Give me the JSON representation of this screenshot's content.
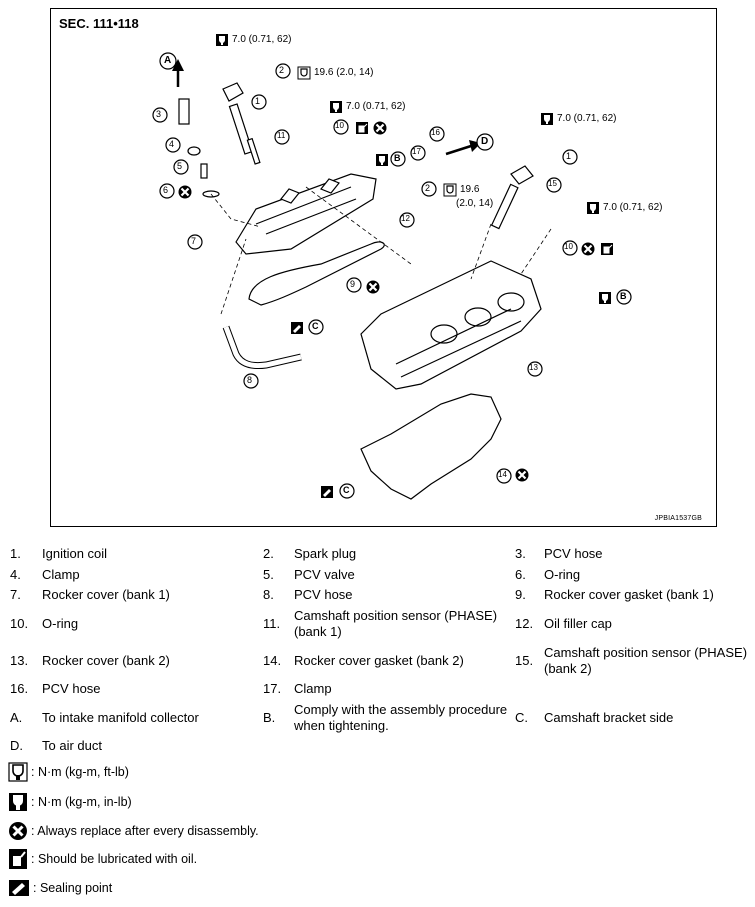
{
  "figure": {
    "section": "SEC. 111•118",
    "code": "JPBIA1537GB",
    "torque_1": "7.0 (0.71, 62)",
    "torque_2": "19.6 (2.0, 14)",
    "torque_3": "7.0 (0.71, 62)",
    "torque_4": "7.0 (0.71, 62)",
    "torque_5_line1": "19.6",
    "torque_5_line2": "(2.0, 14)",
    "torque_6": "7.0 (0.71, 62)",
    "letters": {
      "a": "A",
      "b": "B",
      "c": "C",
      "d": "D"
    },
    "callouts": [
      "1",
      "2",
      "3",
      "4",
      "5",
      "6",
      "7",
      "8",
      "9",
      "10",
      "11",
      "12",
      "13",
      "14",
      "15",
      "16",
      "17"
    ]
  },
  "parts": [
    {
      "num": "1.",
      "label": "Ignition coil"
    },
    {
      "num": "2.",
      "label": "Spark plug"
    },
    {
      "num": "3.",
      "label": "PCV hose"
    },
    {
      "num": "4.",
      "label": "Clamp"
    },
    {
      "num": "5.",
      "label": "PCV valve"
    },
    {
      "num": "6.",
      "label": "O-ring"
    },
    {
      "num": "7.",
      "label": "Rocker cover (bank 1)"
    },
    {
      "num": "8.",
      "label": "PCV hose"
    },
    {
      "num": "9.",
      "label": "Rocker cover gasket (bank 1)"
    },
    {
      "num": "10.",
      "label": "O-ring"
    },
    {
      "num": "11.",
      "label_line1": "Camshaft position sensor (PHASE)",
      "label_line2": "(bank 1)"
    },
    {
      "num": "12.",
      "label": "Oil filler cap"
    },
    {
      "num": "13.",
      "label": "Rocker cover (bank 2)"
    },
    {
      "num": "14.",
      "label": "Rocker cover gasket (bank 2)"
    },
    {
      "num": "15.",
      "label_line1": "Camshaft position sensor (PHASE)",
      "label_line2": "(bank 2)"
    },
    {
      "num": "16.",
      "label": "PCV hose"
    },
    {
      "num": "17.",
      "label": "Clamp"
    },
    {
      "num": "A.",
      "label": "To intake manifold collector"
    },
    {
      "num": "B.",
      "label_line1": "Comply with the assembly procedure",
      "label_line2": "when tightening."
    },
    {
      "num": "C.",
      "label": "Camshaft bracket side"
    },
    {
      "num": "D.",
      "label": "To air duct"
    }
  ],
  "symbols": [
    {
      "icon": "torque-icon",
      "text": ": N·m (kg-m, ft-lb)"
    },
    {
      "icon": "torque-inlb-icon",
      "text": ": N·m (kg-m, in-lb)"
    },
    {
      "icon": "replace-icon",
      "text": ": Always replace after every disassembly."
    },
    {
      "icon": "oil-can-icon",
      "text": ": Should be lubricated with oil."
    },
    {
      "icon": "sealant-icon",
      "text": ": Sealing point"
    }
  ]
}
